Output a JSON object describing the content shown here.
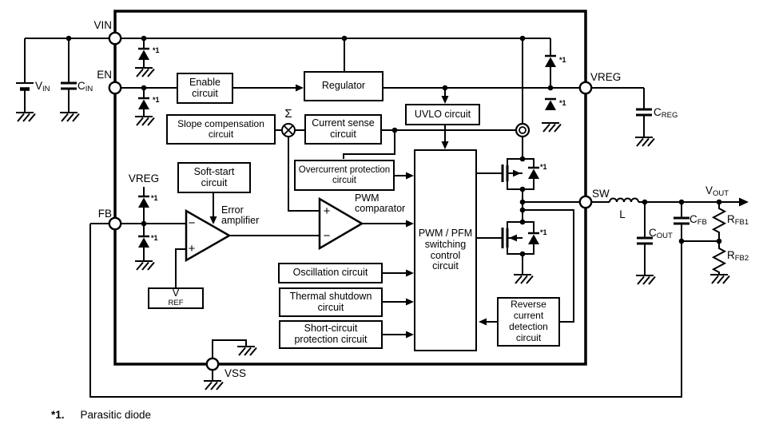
{
  "diagram": {
    "pins": {
      "vin": "VIN",
      "en": "EN",
      "fb": "FB",
      "vss": "VSS",
      "sw": "SW",
      "vreg": "VREG"
    },
    "blocks": {
      "enable": "Enable\ncircuit",
      "regulator": "Regulator",
      "slope_compensation": "Slope compensation\ncircuit",
      "current_sense": "Current sense\ncircuit",
      "uvlo": "UVLO circuit",
      "overcurrent_protection": "Overcurrent protection\ncircuit",
      "soft_start": "Soft-start\ncircuit",
      "pwm_pfm_control": "PWM / PFM\nswitching\ncontrol\ncircuit",
      "oscillation": "Oscillation circuit",
      "thermal_shutdown": "Thermal shutdown\ncircuit",
      "short_circuit_protection": "Short-circuit\nprotection circuit",
      "reverse_current_detection": "Reverse\ncurrent\ndetection\ncircuit",
      "vref": {
        "main": "V",
        "sub": "REF"
      }
    },
    "amplifiers": {
      "error_label": "Error\namplifier",
      "pwm_label": "PWM\ncomparator",
      "plus": "+",
      "minus": "−"
    },
    "symbols": {
      "sigma": "Σ",
      "parasitic_ref": "*1"
    },
    "net_labels": {
      "vreg_internal": "VREG"
    },
    "components": {
      "vin_source": {
        "main": "V",
        "sub": "IN"
      },
      "cin": {
        "main": "C",
        "sub": "IN"
      },
      "creg": {
        "main": "C",
        "sub": "REG"
      },
      "vout": {
        "main": "V",
        "sub": "OUT"
      },
      "inductor": "L",
      "cout": {
        "main": "C",
        "sub": "OUT"
      },
      "cfb": {
        "main": "C",
        "sub": "FB"
      },
      "rfb1": {
        "main": "R",
        "sub": "FB1"
      },
      "rfb2": {
        "main": "R",
        "sub": "FB2"
      }
    },
    "footnote": {
      "ref": "*1.",
      "text": "Parasitic diode"
    },
    "colors": {
      "line": "#000000",
      "background": "#ffffff"
    }
  }
}
